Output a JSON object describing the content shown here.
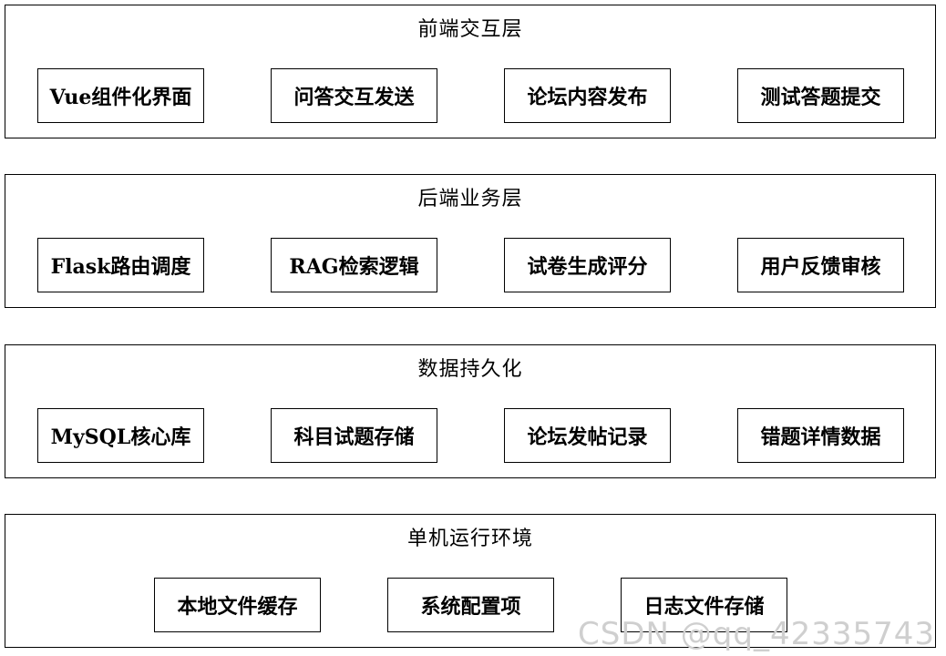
{
  "layers": [
    {
      "title": "前端交互层",
      "modules": [
        "Vue组件化界面",
        "问答交互发送",
        "论坛内容发布",
        "测试答题提交"
      ]
    },
    {
      "title": "后端业务层",
      "modules": [
        "Flask路由调度",
        "RAG检索逻辑",
        "试卷生成评分",
        "用户反馈审核"
      ]
    },
    {
      "title": "数据持久化",
      "modules": [
        "MySQL核心库",
        "科目试题存储",
        "论坛发帖记录",
        "错题详情数据"
      ]
    },
    {
      "title": "单机运行环境",
      "modules": [
        "本地文件缓存",
        "系统配置项",
        "日志文件存储"
      ]
    }
  ],
  "watermark": "CSDN @qq_42335743"
}
